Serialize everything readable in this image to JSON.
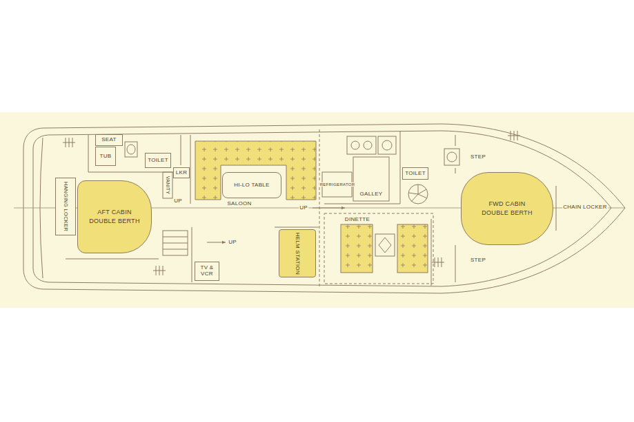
{
  "diagram": {
    "nodes": [
      {
        "text": [
          "HANGING LOCKER"
        ]
      },
      {
        "text": [
          "AFT CABIN",
          "DOUBLE BERTH"
        ]
      },
      {
        "text": [
          "SEAT"
        ]
      },
      {
        "text": [
          "TUB"
        ]
      },
      {
        "text": [
          "TOILET"
        ]
      },
      {
        "text": [
          "LKR"
        ]
      },
      {
        "text": [
          "HI-LO TABLE"
        ]
      },
      {
        "text": [
          "TV & VCR"
        ]
      },
      {
        "text": [
          "HELM STATION"
        ]
      },
      {
        "text": [
          "TOILET"
        ]
      },
      {
        "text": [
          "FWD CABIN",
          "DOUBLE BERTH"
        ]
      }
    ],
    "labels": [
      "VANITY",
      "UP",
      "SALOON",
      "UP",
      "UP",
      "REFRIGERATOR",
      "GALLEY",
      "DINETTE",
      "STEP",
      "STEP",
      "CHAIN LOCKER"
    ]
  }
}
